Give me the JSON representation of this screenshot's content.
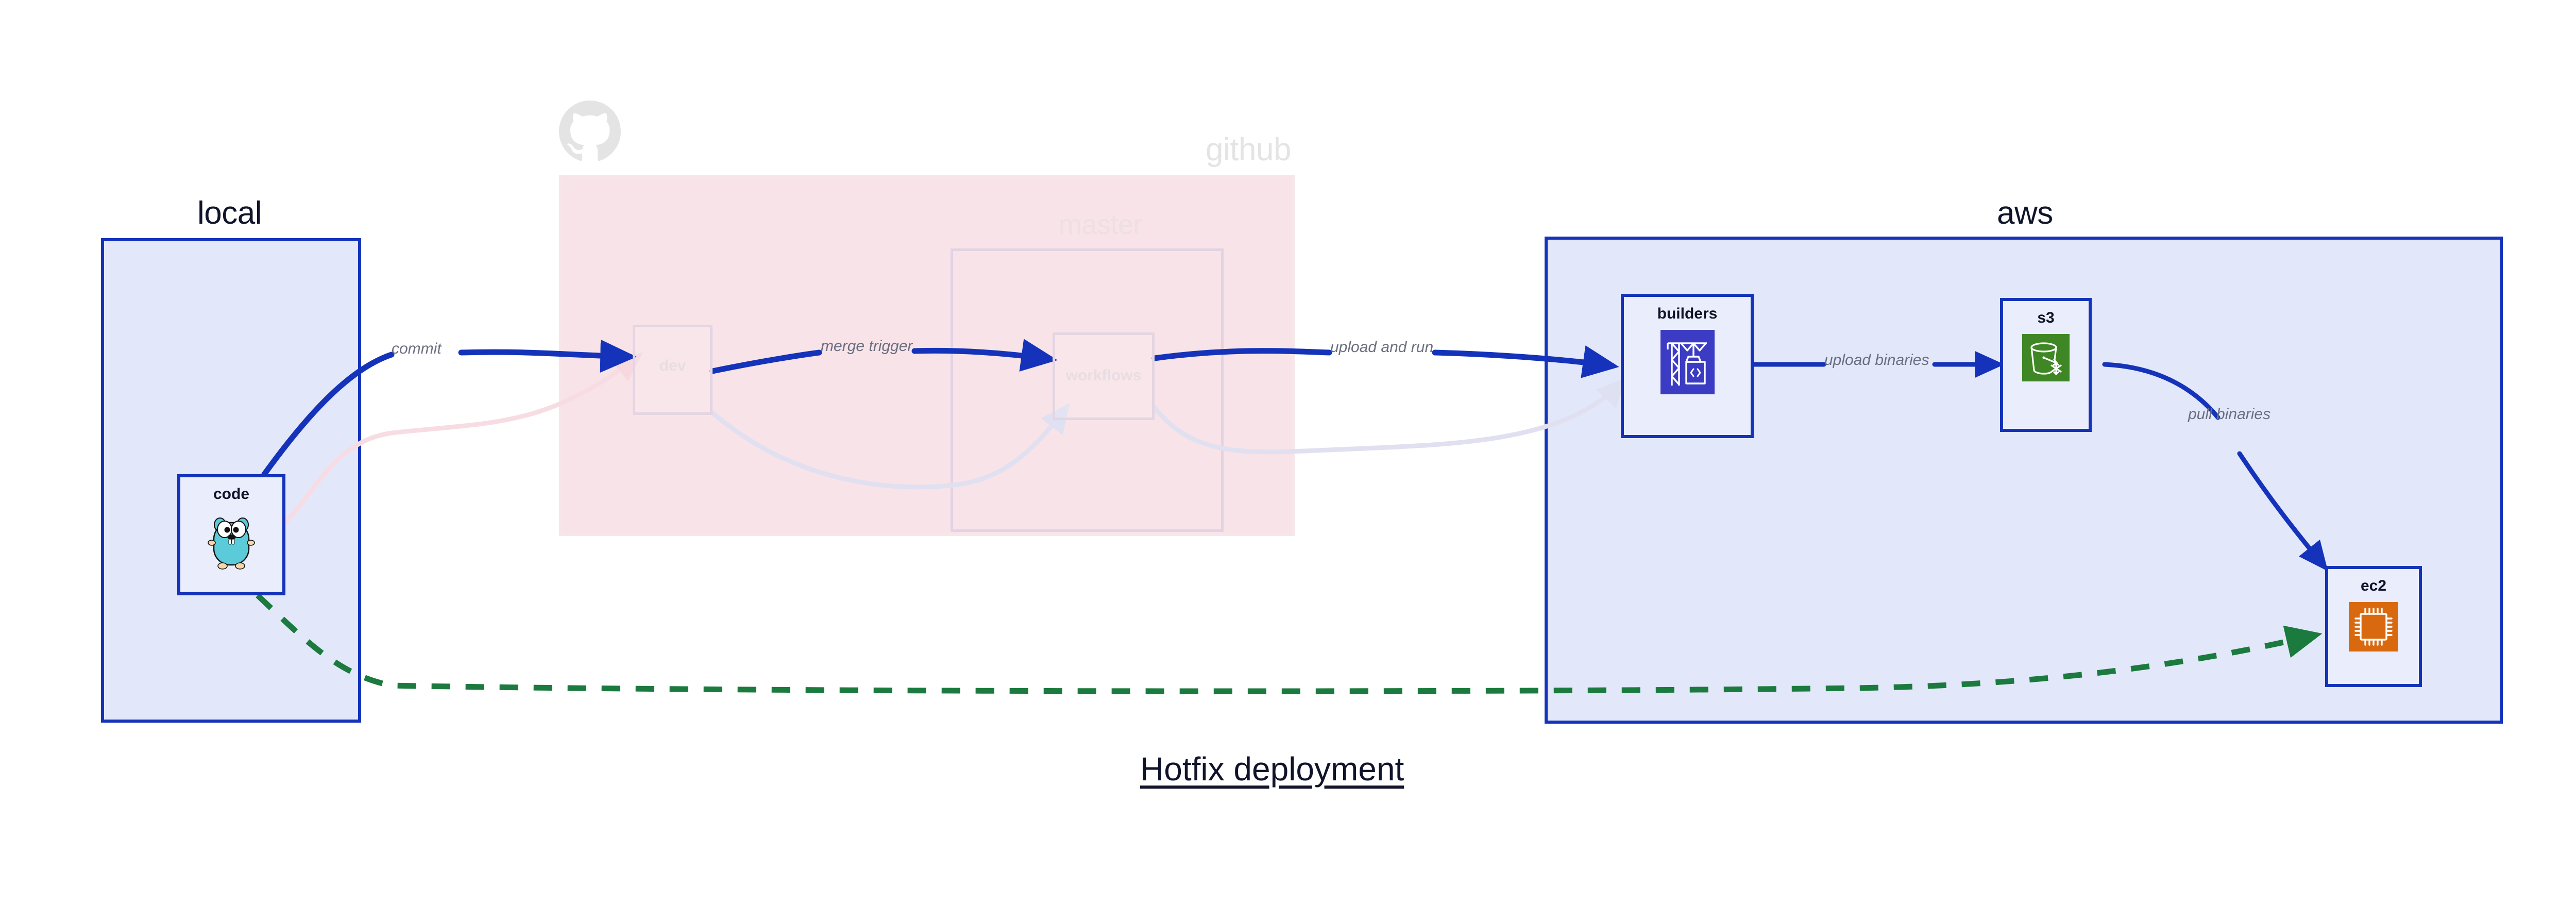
{
  "diagram": {
    "caption": "Hotfix deployment",
    "groups": [
      {
        "id": "local",
        "label": "local"
      },
      {
        "id": "github",
        "label": "github"
      },
      {
        "id": "master",
        "label": "master"
      },
      {
        "id": "aws",
        "label": "aws"
      }
    ],
    "nodes": [
      {
        "id": "code",
        "label": "code",
        "icon": "go-gopher-icon",
        "group": "local",
        "state": "active"
      },
      {
        "id": "dev",
        "label": "dev",
        "icon": "none",
        "group": "github",
        "state": "faded"
      },
      {
        "id": "workflows",
        "label": "workflows",
        "icon": "none",
        "group": "master",
        "state": "faded"
      },
      {
        "id": "builders",
        "label": "builders",
        "icon": "aws-codebuild-icon",
        "group": "aws",
        "state": "active"
      },
      {
        "id": "s3",
        "label": "s3",
        "icon": "aws-s3-glacier-icon",
        "group": "aws",
        "state": "active"
      },
      {
        "id": "ec2",
        "label": "ec2",
        "icon": "aws-ec2-chip-icon",
        "group": "aws",
        "state": "active"
      }
    ],
    "edges": [
      {
        "id": "commit",
        "from": "code",
        "to": "dev",
        "label": "commit",
        "style": "solid-blue"
      },
      {
        "id": "merge-trigger",
        "from": "dev",
        "to": "workflows",
        "label": "merge trigger",
        "style": "solid-blue"
      },
      {
        "id": "upload-and-run",
        "from": "workflows",
        "to": "builders",
        "label": "upload and run",
        "style": "solid-blue"
      },
      {
        "id": "upload-binaries",
        "from": "builders",
        "to": "s3",
        "label": "upload binaries",
        "style": "solid-blue"
      },
      {
        "id": "pull-binaries",
        "from": "s3",
        "to": "ec2",
        "label": "pull binaries",
        "style": "solid-blue"
      },
      {
        "id": "hotfix-direct",
        "from": "code",
        "to": "ec2",
        "label": "",
        "style": "dashed-green"
      },
      {
        "id": "ghost-code-dev",
        "from": "code",
        "to": "dev",
        "label": "",
        "style": "ghost-pink"
      },
      {
        "id": "ghost-dev-wf",
        "from": "dev",
        "to": "workflows",
        "label": "",
        "style": "ghost-lilac"
      },
      {
        "id": "ghost-wf-build",
        "from": "workflows",
        "to": "builders",
        "label": "",
        "style": "ghost-lilac"
      }
    ],
    "colors": {
      "accent_blue": "#1433ba",
      "group_fill_blue": "#e2e7fa",
      "group_fill_pink": "#f8e3e8",
      "dashed_green": "#1b7a3e",
      "label_gray": "#6a6f80",
      "aws_orange": "#d9690f",
      "aws_green": "#3f8624",
      "aws_codebuild_blue": "#3b3bc4",
      "gopher_teal": "#5bcbd9"
    }
  }
}
